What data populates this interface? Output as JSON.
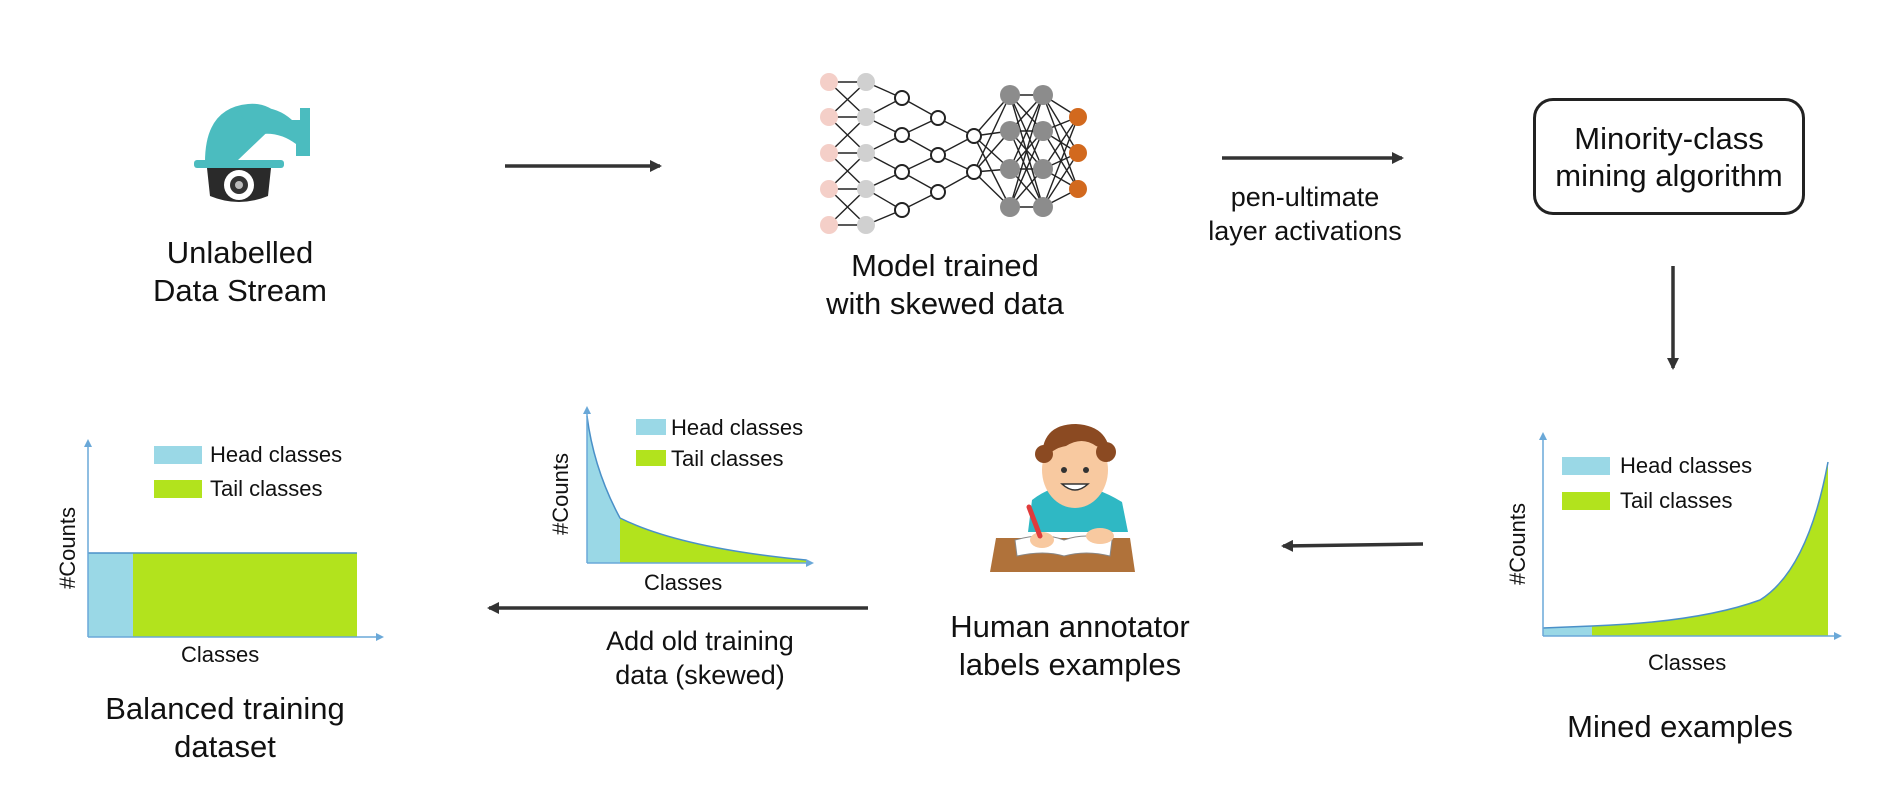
{
  "colors": {
    "head": "#9ad8e6",
    "tail": "#b2e31d",
    "axis": "#6aa8d8",
    "arrow": "#333333",
    "node_input": "#f4cfc8",
    "node_gray": "#d0d0d0",
    "node_dark": "#8c8c8c",
    "node_output": "#d2691e",
    "camera": "#4bbcbf"
  },
  "stream": {
    "label_line1": "Unlabelled",
    "label_line2": "Data Stream",
    "icon": "security-camera-icon"
  },
  "model": {
    "label_line1": "Model trained",
    "label_line2": "with skewed data",
    "icon": "neural-network-icon"
  },
  "activations": {
    "line1": "pen-ultimate",
    "line2": "layer activations"
  },
  "algorithm": {
    "line1": "Minority-class",
    "line2": "mining algorithm"
  },
  "mined": {
    "title": "Mined examples"
  },
  "annotator": {
    "line1": "Human annotator",
    "line2": "labels examples",
    "icon": "person-writing-icon"
  },
  "old_data": {
    "line1": "Add old training",
    "line2": "data (skewed)"
  },
  "balanced": {
    "line1": "Balanced training",
    "line2": "dataset"
  },
  "legend": {
    "head": "Head classes",
    "tail": "Tail classes"
  },
  "axes": {
    "x": "Classes",
    "y": "#Counts"
  },
  "chart_data": [
    {
      "type": "area",
      "id": "mined-examples",
      "shape": "increasing exponential",
      "series": [
        {
          "name": "Head classes"
        },
        {
          "name": "Tail classes"
        }
      ]
    },
    {
      "type": "area",
      "id": "old-training-data",
      "shape": "decreasing long-tail",
      "series": [
        {
          "name": "Head classes"
        },
        {
          "name": "Tail classes"
        }
      ]
    },
    {
      "type": "area",
      "id": "balanced-dataset",
      "shape": "uniform",
      "series": [
        {
          "name": "Head classes"
        },
        {
          "name": "Tail classes"
        }
      ]
    }
  ]
}
